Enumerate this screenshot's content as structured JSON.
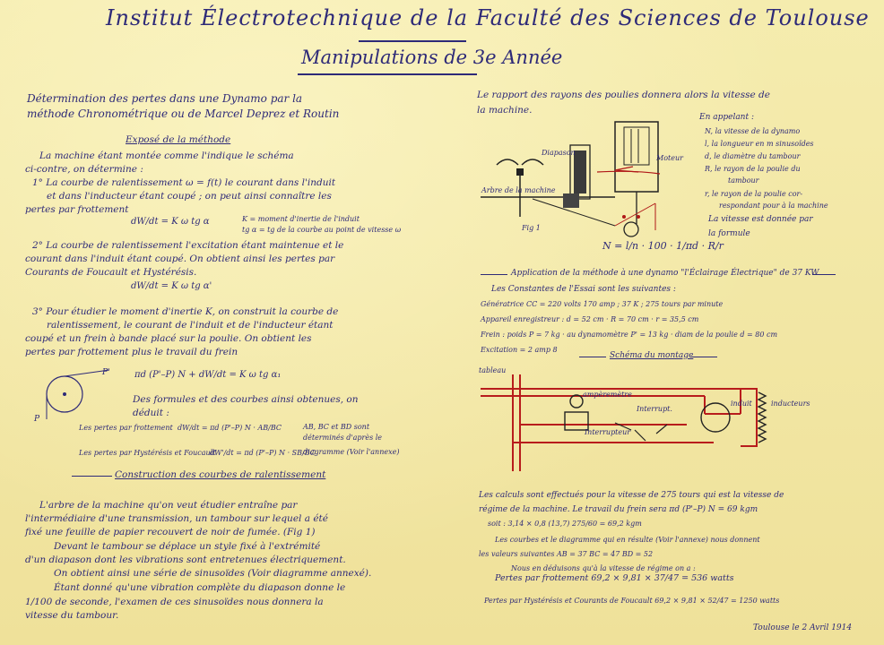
{
  "header": {
    "title": "Institut Électrotechnique de la Faculté des Sciences de Toulouse",
    "subtitle": "Manipulations de 3e Année"
  },
  "left": {
    "heading1": "Détermination des pertes dans une Dynamo par la",
    "heading2": "méthode Chronométrique ou de Marcel Deprez et Routin",
    "expose": "Exposé de la méthode",
    "lines": [
      "La machine étant montée comme l'indique le schéma",
      "ci-contre, on détermine :",
      "1° La courbe de ralentissement ω = f(t) le courant dans l'induit",
      "et dans l'inducteur étant coupé ; on peut ainsi connaître les",
      "pertes par frottement",
      "2° La courbe de ralentissement l'excitation étant maintenue et le",
      "courant dans l'induit étant coupé. On obtient ainsi les pertes par",
      "Courants de Foucault et Hystérésis.",
      "3° Pour étudier le moment d'inertie K, on construit la courbe de",
      "ralentissement, le courant de l'induit et de l'inducteur étant",
      "coupé et un frein à bande placé sur la poulie. On obtient les",
      "pertes par frottement plus le travail du frein"
    ],
    "formula1": "dW/dt = K ω tg α",
    "formula1_note1": "K = moment d'inertie de l'induit",
    "formula1_note2": "tg α = tg de la courbe au point de vitesse ω",
    "formula2": "dW/dt = K ω tg α'",
    "formula3": "πd (P'–P) N + dW/dt = K ω tg α₁",
    "results_intro1": "Des formules et des courbes ainsi obtenues, on",
    "results_intro2": "déduit :",
    "loss1_label": "Les pertes par frottement",
    "loss1_formula": "dW/dt = πd (P'–P) N · AB/BC",
    "loss2_label": "Les pertes par Hystérésis et Foucault",
    "loss2_formula": "dW'/dt = πd (P'–P) N · SB/BC",
    "ab_note1": "AB, BC et BD sont",
    "ab_note2": "déterminés d'après le",
    "ab_note3": "diagramme (Voir l'annexe)",
    "construction": "Construction des courbes de ralentissement",
    "construction_lines": [
      "L'arbre de la machine qu'on veut étudier entraîne par",
      "l'intermédiaire d'une transmission, un tambour sur lequel a été",
      "fixé une feuille de papier recouvert de noir de fumée. (Fig 1)",
      "Devant le tambour se déplace un style fixé à l'extrémité",
      "d'un diapason dont les vibrations sont entretenues électriquement.",
      "On obtient ainsi une série de sinusoïdes (Voir diagramme annexé).",
      "Étant donné qu'une vibration complète du diapason donne le",
      "1/100 de seconde, l'examen de ces sinusoïdes nous donnera la",
      "vitesse du tambour."
    ]
  },
  "right": {
    "intro1": "Le rapport des rayons des poulies donnera alors la vitesse de",
    "intro2": "la machine.",
    "legend": [
      "En appelant :",
      "N, la vitesse de la dynamo",
      "l, la longueur en m sinusoïdes",
      "d, le diamètre du tambour",
      "R, le rayon de la poulie du",
      "tambour",
      "r, le rayon de la poulie cor-",
      "respondant pour à la machine",
      "La vitesse est donnée par",
      "la formule"
    ],
    "fig_label": "Fig 1",
    "fig_tags": [
      "Arbre de la machine",
      "Diapason",
      "Moteur"
    ],
    "formula_N": "N = l/n · 100 · 1/πd · R/r",
    "application": "Application de la méthode à une dynamo \"l'Éclairage Électrique\" de 37 KW",
    "constants": "Les Constantes de l'Essai sont les suivantes :",
    "const_lines": [
      "Génératrice  CC = 220 volts 170 amp ; 37 K ; 275 tours par minute",
      "Appareil enregistreur :  d = 52 cm · R = 70 cm · r = 35,5 cm",
      "Frein :  poids P = 7 kg · au dynamomètre P' = 13 kg · diam de la poulie d = 80 cm",
      "Excitation = 2 amp 8"
    ],
    "schema_title": "Schéma du montage",
    "schema_labels": {
      "tableau": "tableau",
      "ampere": "ampèremètre",
      "interr1": "Interrupteur",
      "interr2": "Interrupt.",
      "induit": "induit",
      "inducteurs": "inducteurs"
    },
    "calc_lines": [
      "Les calculs sont effectués pour la vitesse de 275 tours qui est la vitesse de",
      "régime de la machine.  Le travail du frein sera πd (P'–P) N = 69 kgm",
      "soit : 3,14 × 0,8 (13,7) 275/60 = 69,2 kgm",
      "Les courbes et le diagramme qui en résulte (Voir l'annexe) nous donnent",
      "les valeurs suivantes   AB = 37   BC = 47   BD = 52",
      "Nous en déduisons qu'à la vitesse de régime on a :",
      "Pertes par frottement   69,2 × 9,81 × 37/47 = 536 watts",
      "Pertes par Hystérésis et Courants de Foucault   69,2 × 9,81 × 52/47 = 1250 watts"
    ],
    "signature": "Toulouse le 2 Avril 1914"
  }
}
